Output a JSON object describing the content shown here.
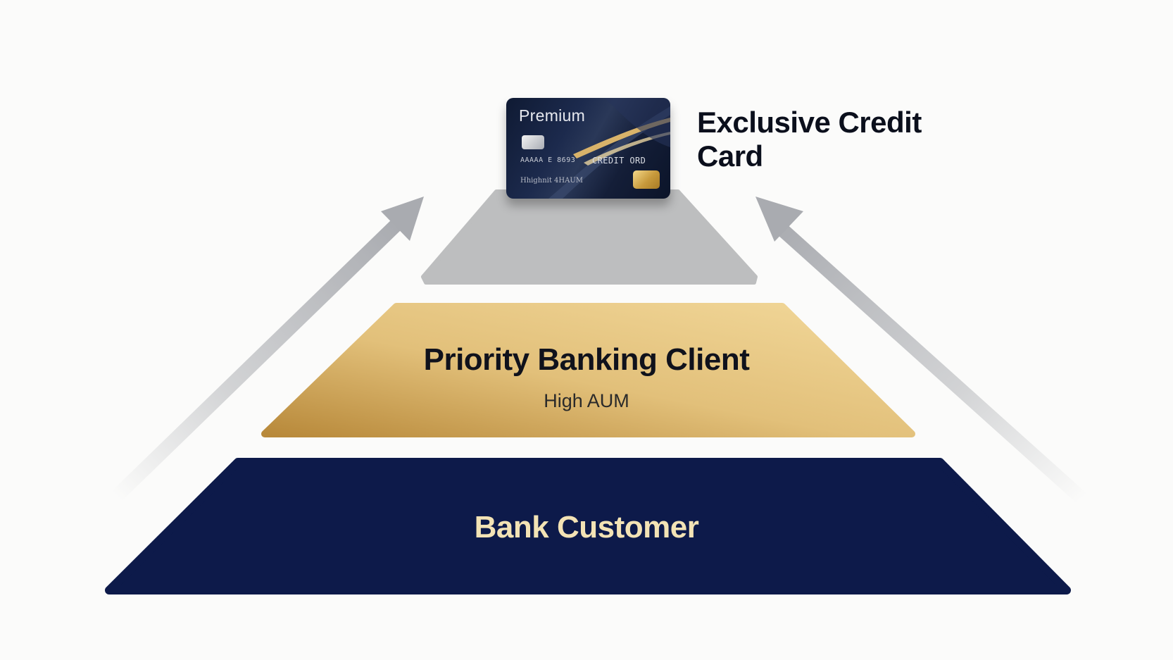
{
  "diagram": {
    "callout": "Exclusive Credit Card",
    "tiers": {
      "middle": {
        "title": "Priority Banking Client",
        "subtitle": "High AUM"
      },
      "base": {
        "title": "Bank Customer"
      }
    },
    "card": {
      "brand": "Premium",
      "number": "AAAAA  E 8693",
      "product": "CREDIT ORD",
      "holder": "Hhighnit  4HAUM"
    },
    "colors": {
      "top_tier": "#bdbebf",
      "middle_tier_dark": "#b8893a",
      "middle_tier_light": "#f2d89a",
      "base_tier": "#0d1a4a",
      "arrow": "#b0b2b6",
      "base_label": "#f3e3b5"
    }
  }
}
